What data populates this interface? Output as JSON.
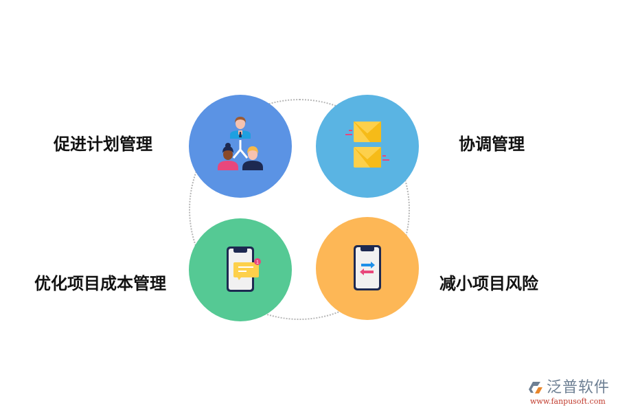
{
  "diagram": {
    "items": [
      {
        "label": "促进计划管理",
        "icon": "team-hierarchy-icon",
        "color": "#5b93e4"
      },
      {
        "label": "协调管理",
        "icon": "envelopes-icon",
        "color": "#5ab4e3"
      },
      {
        "label": "优化项目成本管理",
        "icon": "phone-message-icon",
        "color": "#55c994"
      },
      {
        "label": "减小项目风险",
        "icon": "phone-transfer-icon",
        "color": "#fdb756"
      }
    ],
    "ring_color": "#b5b5b5",
    "notification_count": "1"
  },
  "brand": {
    "name": "泛普软件",
    "url": "www.fanpusoft.com"
  }
}
